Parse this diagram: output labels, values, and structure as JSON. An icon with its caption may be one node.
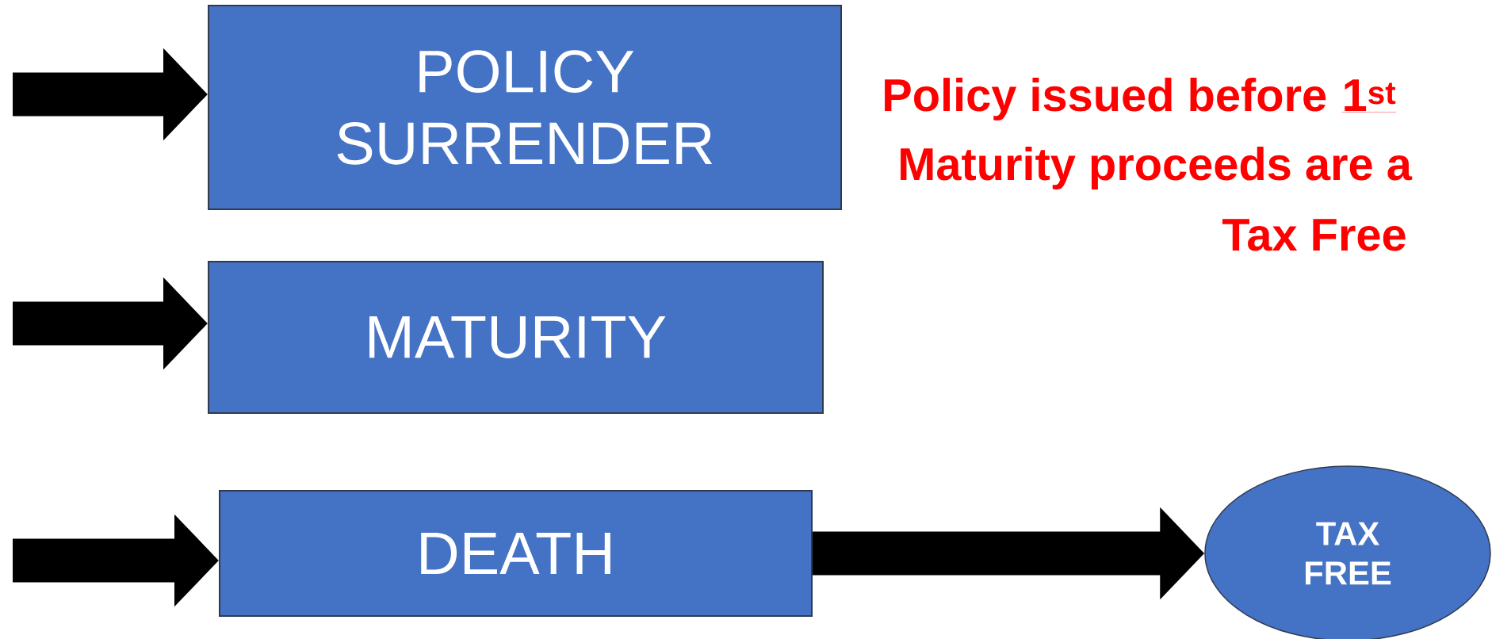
{
  "diagram": {
    "nodes": [
      {
        "text": [
          "POLICY SURRENDER"
        ]
      },
      {
        "text": [
          "MATURITY"
        ]
      },
      {
        "text": [
          "DEATH"
        ]
      },
      {
        "text": [
          "TAX FREE"
        ]
      }
    ],
    "edges": [
      {
        "from": null,
        "to": 0,
        "arrow": "to"
      },
      {
        "from": null,
        "to": 1,
        "arrow": "to"
      },
      {
        "from": null,
        "to": 2,
        "arrow": "to"
      },
      {
        "from": 2,
        "to": 3,
        "arrow": "to"
      }
    ],
    "labels": [
      "Policy issued before",
      "1$^{st}$",
      "Maturity proceeds are a",
      "Tax Free"
    ]
  }
}
